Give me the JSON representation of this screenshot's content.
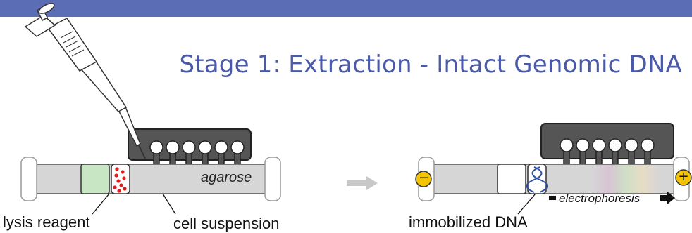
{
  "title": "Stage 1: Extraction - Intact Genomic DNA",
  "left_panel": {
    "gel_label": "agarose",
    "labels": {
      "lysis_reagent": "lysis reagent",
      "cell_suspension": "cell suspension"
    }
  },
  "right_panel": {
    "labels": {
      "immobilized_dna": "immobilized DNA",
      "electrophoresis": "electrophoresis"
    },
    "electrodes": {
      "negative": "−",
      "positive": "+"
    }
  },
  "colors": {
    "header_bar": "#5a6db5",
    "title": "#4a5aa8",
    "gel": "#d6d6d6",
    "lysis_block": "#c9e6c4",
    "cell_dots": "#e21b1b",
    "comb": "#555555",
    "electrode": "#f5c400",
    "dna": "#2f4fa8"
  }
}
